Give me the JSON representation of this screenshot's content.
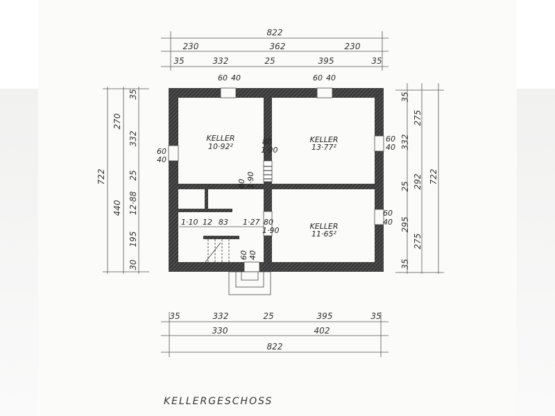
{
  "title": "KELLERGESCHOSS",
  "rooms": [
    {
      "name": "KELLER",
      "area": "10·92²"
    },
    {
      "name": "KELLER",
      "area": "13·77²"
    },
    {
      "name": "KELLER",
      "area": "11·65²"
    }
  ],
  "openings": {
    "window_top_left": [
      "60",
      "40"
    ],
    "window_top_right": [
      "60",
      "40"
    ],
    "window_left": [
      "60",
      "40"
    ],
    "window_right_upper": [
      "60",
      "40"
    ],
    "window_right_lower": [
      "60",
      "40"
    ],
    "door_upper": [
      "80",
      "1·90"
    ],
    "door_middle": [
      "80",
      "1·90"
    ],
    "door_lower": [
      "80",
      "1·90"
    ],
    "window_bottom": [
      "60",
      "40"
    ]
  },
  "interior_dims": [
    "1·10",
    "12",
    "83",
    "1·27"
  ],
  "top_dims": {
    "total": "822",
    "row2": [
      "230",
      "362",
      "230"
    ],
    "row3": [
      "35",
      "332",
      "25",
      "395",
      "35"
    ]
  },
  "bottom_dims": {
    "row1": [
      "35",
      "332",
      "25",
      "395",
      "35"
    ],
    "row2": [
      "330",
      "402"
    ],
    "total": "822"
  },
  "left_dims": {
    "total": "722",
    "row2": [
      "270",
      "440"
    ],
    "row3": [
      "35",
      "332",
      "25",
      "12·88",
      "195",
      "30"
    ]
  },
  "right_dims": {
    "total": "722",
    "row2": [
      "275",
      "292",
      "275"
    ],
    "row3": [
      "35",
      "332",
      "25",
      "295",
      "35"
    ]
  }
}
